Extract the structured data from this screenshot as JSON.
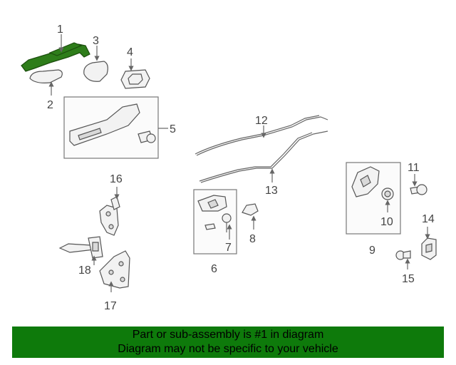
{
  "callouts": {
    "c1": "1",
    "c2": "2",
    "c3": "3",
    "c4": "4",
    "c5": "5",
    "c6": "6",
    "c7": "7",
    "c8": "8",
    "c9": "9",
    "c10": "10",
    "c11": "11",
    "c12": "12",
    "c13": "13",
    "c14": "14",
    "c15": "15",
    "c16": "16",
    "c17": "17",
    "c18": "18"
  },
  "colors": {
    "highlight": "#2e7d1a",
    "footer_bg": "#0e7a0b"
  },
  "footer": {
    "line1": "Part or sub-assembly is #1 in diagram",
    "line2": "Diagram may not be specific to your vehicle"
  }
}
